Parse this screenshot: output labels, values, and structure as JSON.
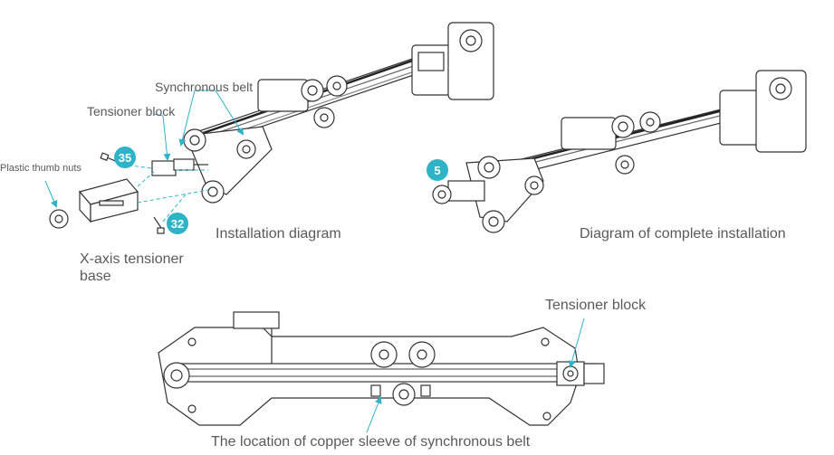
{
  "labels": {
    "synchronous_belt": "Synchronous belt",
    "tensioner_block_top": "Tensioner block",
    "plastic_thumb_nuts": "Plastic thumb nuts",
    "x_axis_tensioner_base_1": "X-axis tensioner",
    "x_axis_tensioner_base_2": "base",
    "installation_diagram": "Installation diagram",
    "complete_installation": "Diagram of complete installation",
    "tensioner_block_bottom": "Tensioner block",
    "copper_sleeve": "The location of copper sleeve of synchronous belt"
  },
  "badges": {
    "screw_35": "35",
    "screw_32": "32",
    "step_5": "5"
  },
  "colors": {
    "accent": "#2fb3c6",
    "line": "#333333",
    "label": "#5a5a5a"
  }
}
